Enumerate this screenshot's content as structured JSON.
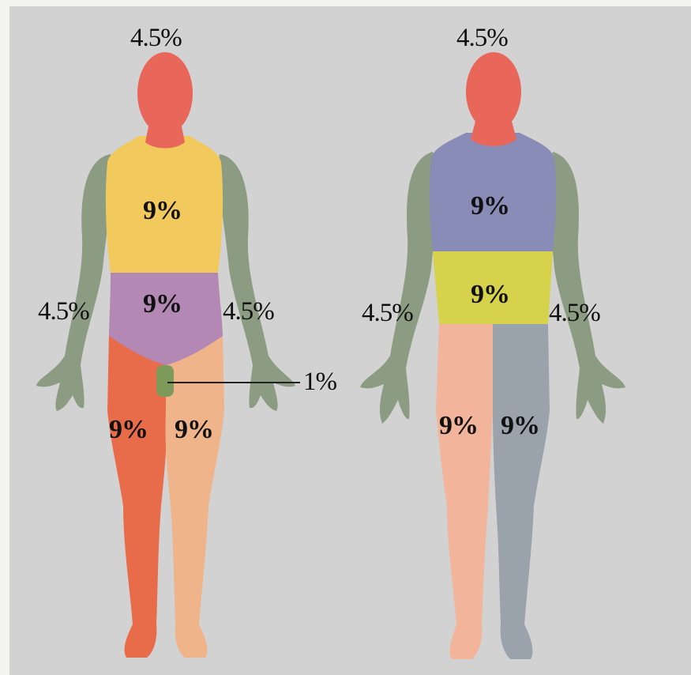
{
  "colors": {
    "background": "#d2d2d2",
    "head": "#e8665a",
    "chest": "#f2c95c",
    "abdomen": "#b488b4",
    "arm": "#8c9c82",
    "leg_right_front": "#e96c4a",
    "leg_left_front": "#f0b48a",
    "upper_back": "#8a8cb8",
    "lower_back": "#d6d24c",
    "buttock_left": "#f2b49a",
    "leg_back_right": "#9aa2ac",
    "genitals": "#7e9a5a"
  },
  "front": {
    "head_label": "4.5%",
    "chest_label": "9%",
    "abdomen_label": "9%",
    "left_arm_label": "4.5%",
    "right_arm_label": "4.5%",
    "genital_label": "1%",
    "right_leg_label": "9%",
    "left_leg_label": "9%"
  },
  "back": {
    "head_label": "4.5%",
    "upper_back_label": "9%",
    "lower_back_label": "9%",
    "left_arm_label": "4.5%",
    "right_arm_label": "4.5%",
    "left_leg_label": "9%",
    "right_leg_label": "9%"
  }
}
